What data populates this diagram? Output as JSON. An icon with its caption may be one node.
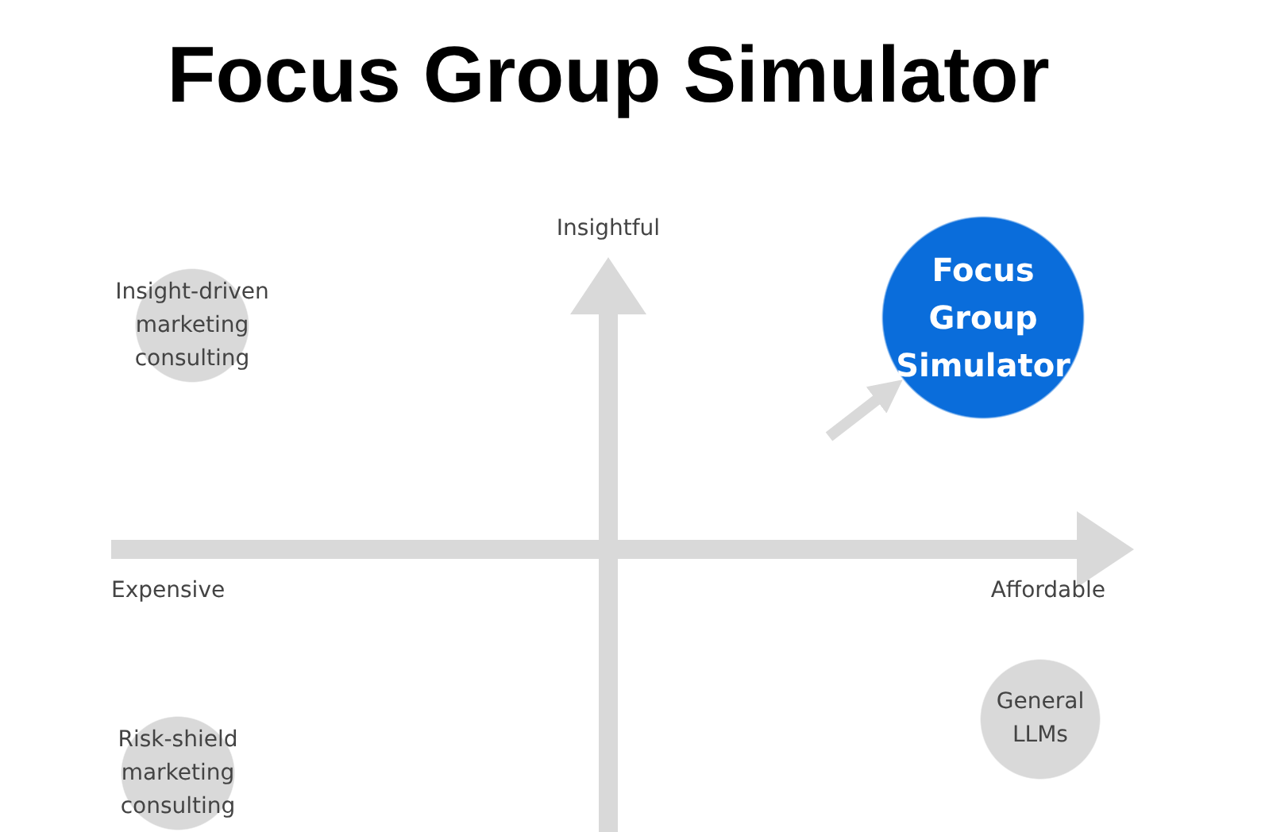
{
  "diagram": {
    "title": "Focus Group Simulator",
    "nodes": [
      {
        "text": [
          "Insight-driven marketing consulting"
        ]
      },
      {
        "text": [
          "Focus Group Simulator"
        ]
      },
      {
        "text": [
          "General LLMs"
        ]
      },
      {
        "text": [
          "Risk-shield marketing consulting"
        ]
      }
    ],
    "edges": [
      {
        "from": null,
        "to": 1,
        "arrow": "to"
      }
    ],
    "labels": [
      "Insightful",
      "Expensive",
      "Affordable"
    ]
  }
}
